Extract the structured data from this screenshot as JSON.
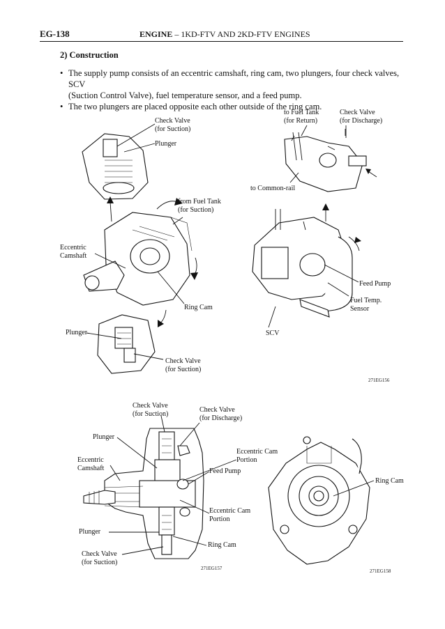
{
  "header": {
    "page_code": "EG-138",
    "engine_label": "ENGINE",
    "dash": " – ",
    "engine_models": "1KD-FTV AND 2KD-FTV ENGINES"
  },
  "section_title": "2) Construction",
  "bullets": [
    "The supply pump consists of an eccentric camshaft, ring cam, two plungers, four check valves, SCV",
    "(Suction Control Valve), fuel temperature sensor, and a feed pump.",
    "The two plungers are placed opposite each other outside of the ring cam."
  ],
  "bullet_symbol": "•",
  "figure1": {
    "labels": {
      "check_valve_suction_top": [
        "Check Valve",
        "(for Suction)"
      ],
      "plunger_top": "Plunger",
      "to_fuel_tank": [
        "to Fuel Tank",
        "(for Return)"
      ],
      "check_valve_discharge": [
        "Check Valve",
        "(for Discharge)"
      ],
      "to_common_rail": "to Common-rail",
      "from_fuel_tank": [
        "from Fuel Tank",
        "(for Suction)"
      ],
      "eccentric_camshaft": [
        "Eccentric",
        "Camshaft"
      ],
      "feed_pump": "Feed Pump",
      "fuel_temp_sensor": [
        "Fuel Temp.",
        "Sensor"
      ],
      "ring_cam": "Ring Cam",
      "plunger_bottom": "Plunger",
      "scv": "SCV",
      "check_valve_suction_bottom": [
        "Check Valve",
        "(for Suction)"
      ]
    },
    "code": "271EG156"
  },
  "figure2": {
    "labels": {
      "check_valve_suction_top": [
        "Check Valve",
        "(for Suction)"
      ],
      "check_valve_discharge": [
        "Check Valve",
        "(for Discharge)"
      ],
      "plunger_top": "Plunger",
      "eccentric_camshaft": [
        "Eccentric",
        "Camshaft"
      ],
      "eccentric_cam_portion_top": [
        "Eccentric Cam",
        "Portion"
      ],
      "feed_pump": "Feed Pump",
      "eccentric_cam_portion_bottom": [
        "Eccentric Cam",
        "Portion"
      ],
      "plunger_bottom": "Plunger",
      "ring_cam": "Ring Cam",
      "check_valve_suction_bottom": [
        "Check Valve",
        "(for Suction)"
      ]
    },
    "code": "271EG157"
  },
  "figure3": {
    "labels": {
      "ring_cam": "Ring Cam"
    },
    "code": "271EG158"
  }
}
